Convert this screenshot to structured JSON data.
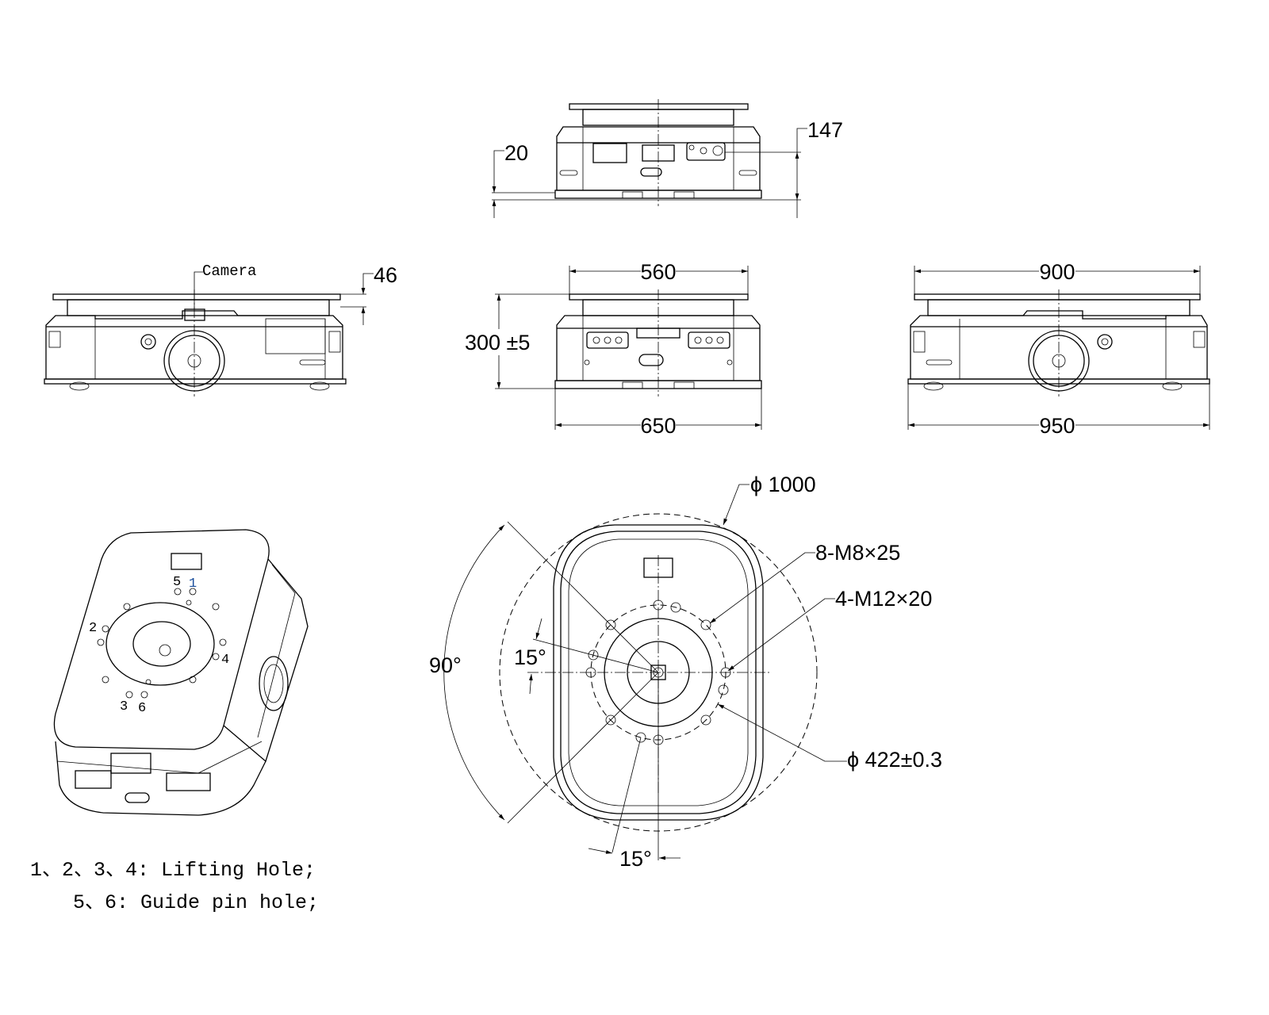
{
  "views": {
    "front_top": {
      "height_dim": "20",
      "total_height_dim": "147"
    },
    "side_left": {
      "camera_label": "Camera",
      "top_dim": "46"
    },
    "front": {
      "top_width": "560",
      "height": "300 ±5",
      "base_width": "650"
    },
    "side_right": {
      "top_width": "900",
      "base_width": "950"
    },
    "plan": {
      "outer_diameter": "ϕ 1000",
      "holes_m8": "8-M8×25",
      "holes_m12": "4-M12×20",
      "angle_left": "15°",
      "angle_bottom": "15°",
      "angle_span": "90°",
      "pcd": "ϕ 422±0.3"
    },
    "isometric": {
      "hole_numbers": [
        "1",
        "2",
        "3",
        "4",
        "5",
        "6"
      ]
    }
  },
  "legend": {
    "line1": "1、2、3、4: Lifting Hole;",
    "line2": "5、6: Guide pin hole;"
  }
}
